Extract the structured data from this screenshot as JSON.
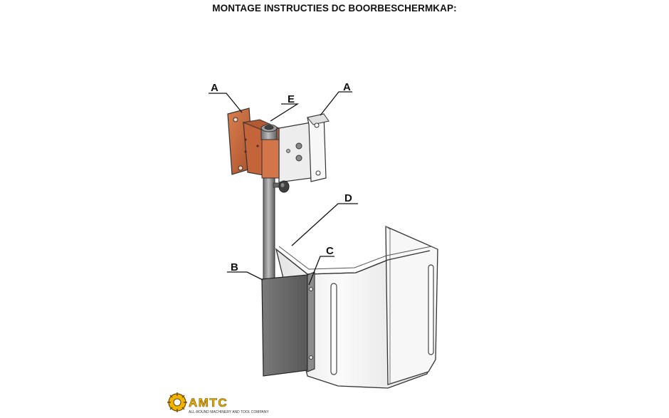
{
  "title": "MONTAGE INSTRUCTIES DC BOORBESCHERMKAP:",
  "callouts": {
    "a_left": "A",
    "e": "E",
    "a_right": "A",
    "d": "D",
    "c": "C",
    "b": "B"
  },
  "logo": {
    "name": "AMTC",
    "tagline": "ALL-ROUND MACHINERY AND TOOL COMPANY"
  },
  "colors": {
    "copper_bracket": "#c8683f",
    "white_bracket": "#f4f4f4",
    "rod": "#8a8a8a",
    "plate_b": "#6b6b6b",
    "guard_d": "#f2f2f2",
    "logo_yellow": "#f0b400"
  }
}
